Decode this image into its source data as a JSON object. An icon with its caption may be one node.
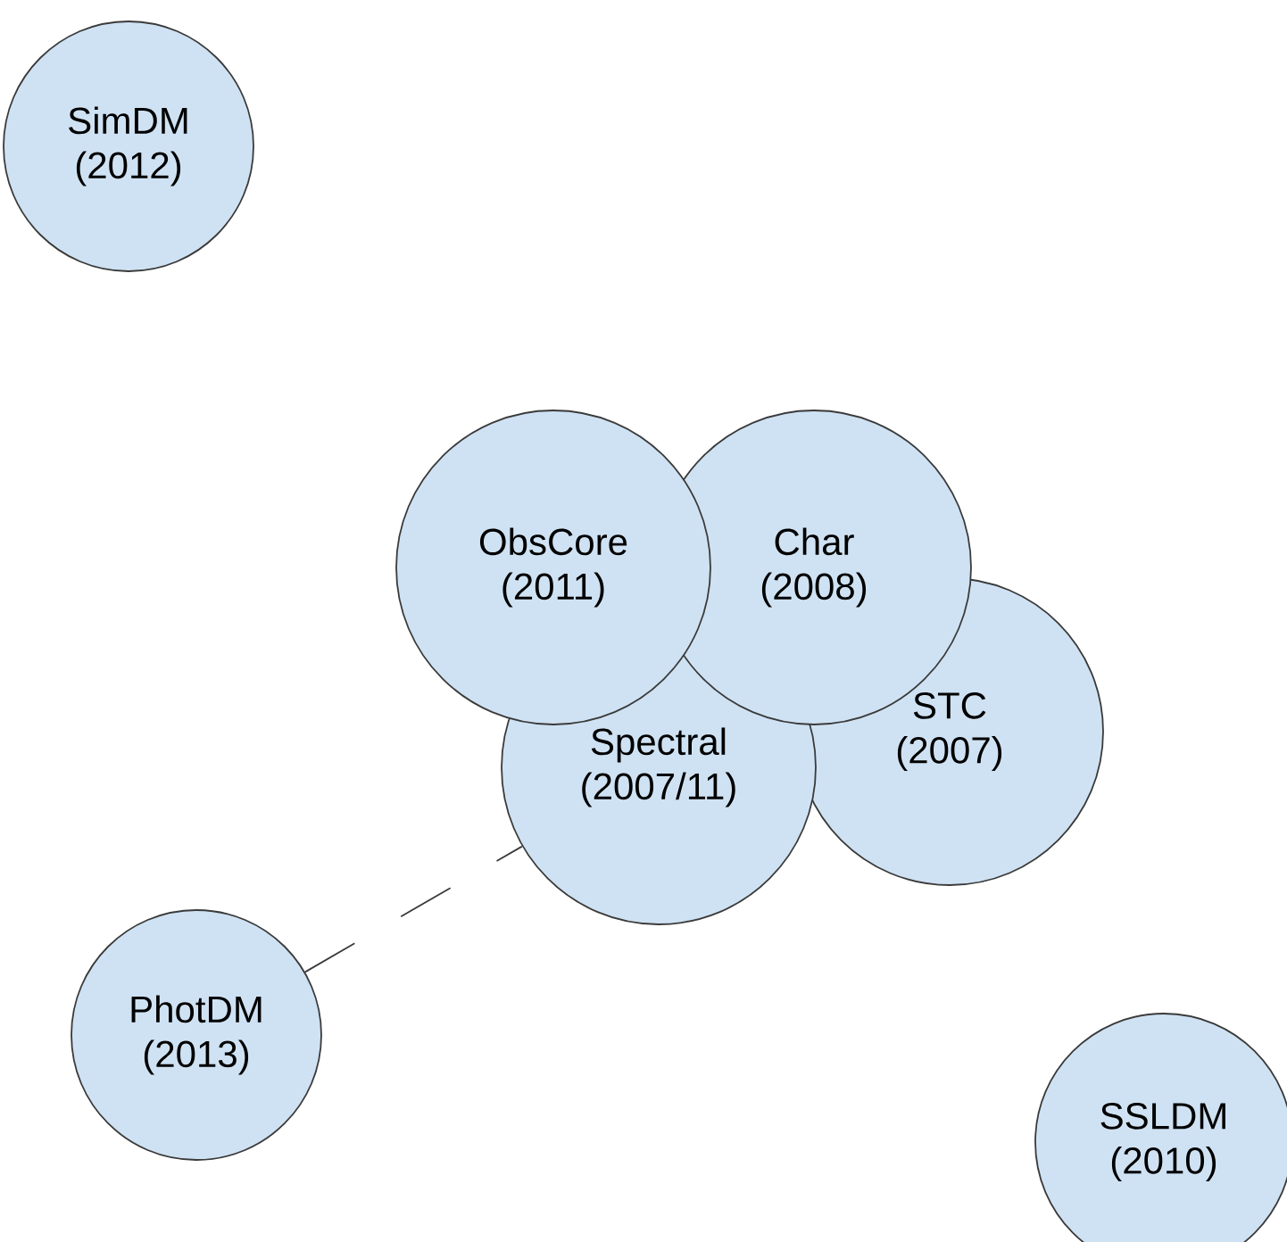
{
  "diagram": {
    "nodes": [
      {
        "text": [
          "SimDM (2012)"
        ]
      },
      {
        "text": [
          "ObsCore (2011)"
        ]
      },
      {
        "text": [
          "Char (2008)"
        ]
      },
      {
        "text": [
          "Spectral (2007/11)"
        ]
      },
      {
        "text": [
          "STC (2007)"
        ]
      },
      {
        "text": [
          "PhotDM (2013)"
        ]
      },
      {
        "text": [
          "SSLDM (2010)"
        ]
      }
    ],
    "edges": [
      {
        "from": 5,
        "to": 3,
        "arrow": "none",
        "style": "dashed"
      }
    ]
  }
}
